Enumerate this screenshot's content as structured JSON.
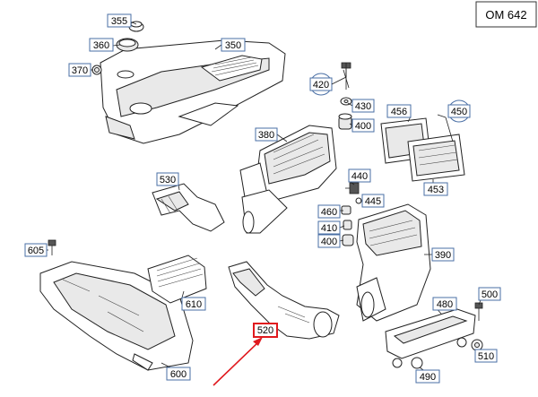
{
  "engine_label": "OM 642",
  "callouts": {
    "c355": "355",
    "c360": "360",
    "c370": "370",
    "c350": "350",
    "c420": "420",
    "c430": "430",
    "c400a": "400",
    "c380": "380",
    "c456": "456",
    "c450": "450",
    "c453": "453",
    "c530": "530",
    "c440": "440",
    "c445": "445",
    "c460": "460",
    "c410": "410",
    "c400b": "400",
    "c390": "390",
    "c605": "605",
    "c610": "610",
    "c600": "600",
    "c520": "520",
    "c480": "480",
    "c500": "500",
    "c510": "510",
    "c490": "490"
  },
  "highlight": {
    "part": "520",
    "arrow_color": "#e0191e"
  },
  "colors": {
    "callout_border": "#4a6fa5",
    "highlight": "#e0191e",
    "line": "#222222"
  }
}
